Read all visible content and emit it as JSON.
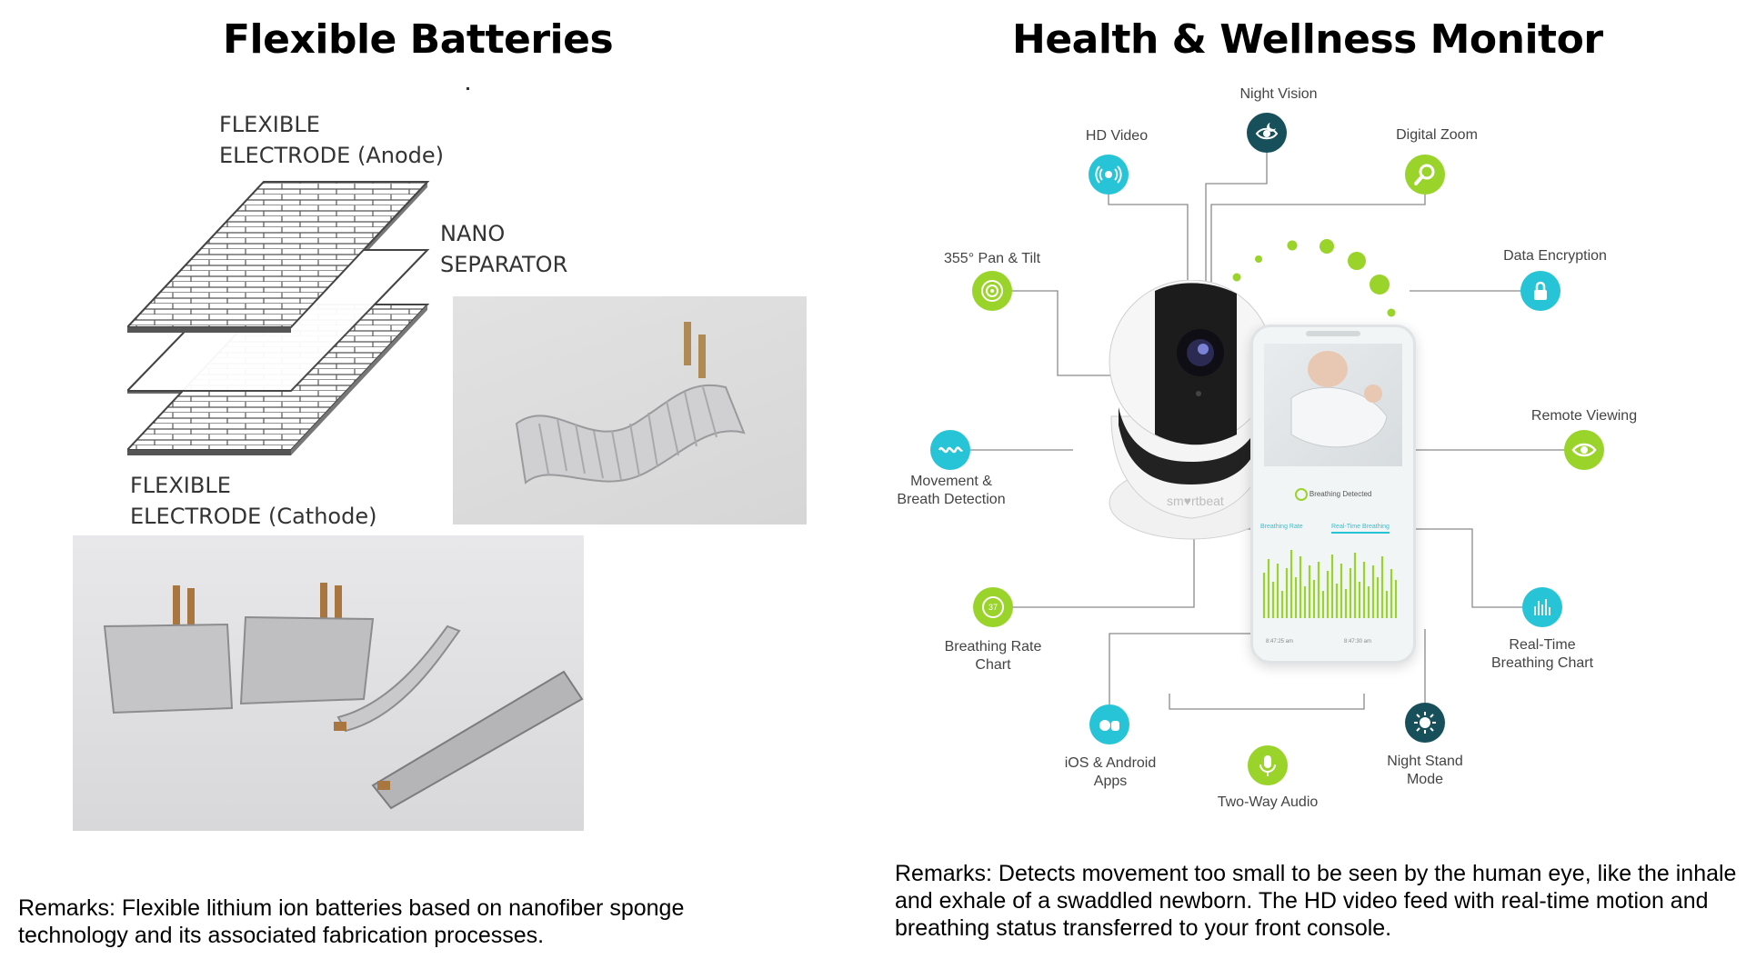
{
  "left": {
    "title": "Flexible Batteries",
    "diagram": {
      "anode_label_1": "FLEXIBLE",
      "anode_label_2": "ELECTRODE (Anode)",
      "separator_label_1": "NANO",
      "separator_label_2": "SEPARATOR",
      "cathode_label_1": "FLEXIBLE",
      "cathode_label_2": "ELECTRODE (Cathode)"
    },
    "remarks": "Remarks: Flexible lithium ion batteries based on nanofiber sponge technology and its associated fabrication processes."
  },
  "right": {
    "title": "Health & Wellness Monitor",
    "features": {
      "night_vision": "Night Vision",
      "hd_video": "HD Video",
      "digital_zoom": "Digital Zoom",
      "pan_tilt": "355° Pan & Tilt",
      "data_encryption": "Data Encryption",
      "remote_viewing": "Remote Viewing",
      "movement_1": "Movement &",
      "movement_2": "Breath Detection",
      "breathing_chart_1": "Breathing Rate",
      "breathing_chart_2": "Chart",
      "realtime_1": "Real-Time",
      "realtime_2": "Breathing Chart",
      "apps_1": "iOS & Android",
      "apps_2": "Apps",
      "audio": "Two-Way Audio",
      "nightstand_1": "Night Stand",
      "nightstand_2": "Mode"
    },
    "product": {
      "brand": "sm♥rtbeat",
      "status": "Breathing Detected",
      "tab_rate": "Breathing Rate",
      "tab_realtime": "Real-Time Breathing",
      "time_1": "8:47:25 am",
      "time_2": "8:47:30 am",
      "rate_badge": "37"
    },
    "remarks": "Remarks: Detects movement too small to be seen by the human eye, like the inhale and exhale of a swaddled newborn. The HD video feed with real-time motion and breathing status transferred to your front console."
  },
  "colors": {
    "green": "#9ad32a",
    "cyan": "#26c4d6",
    "dark": "#17505a"
  }
}
